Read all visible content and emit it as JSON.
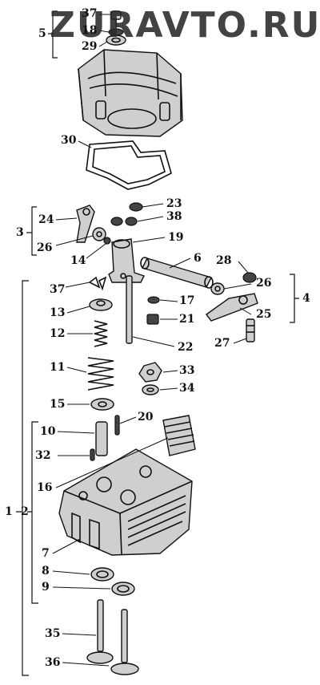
{
  "watermark": "ZURAVTO.RU",
  "labels": {
    "l37a": "37",
    "l18": "18",
    "l5": "5",
    "l29": "29",
    "l30": "30",
    "l23": "23",
    "l38": "38",
    "l24": "24",
    "l3": "3",
    "l26a": "26",
    "l19": "19",
    "l14": "14",
    "l6": "6",
    "l28": "28",
    "l26b": "26",
    "l4": "4",
    "l25": "25",
    "l37b": "37",
    "l13": "13",
    "l17": "17",
    "l12": "12",
    "l21": "21",
    "l22": "22",
    "l27": "27",
    "l11": "11",
    "l33": "33",
    "l34": "34",
    "l15": "15",
    "l10": "10",
    "l20": "20",
    "l32": "32",
    "l16": "16",
    "l1": "1",
    "l2": "2",
    "l7": "7",
    "l8": "8",
    "l9": "9",
    "l35": "35",
    "l36": "36"
  }
}
